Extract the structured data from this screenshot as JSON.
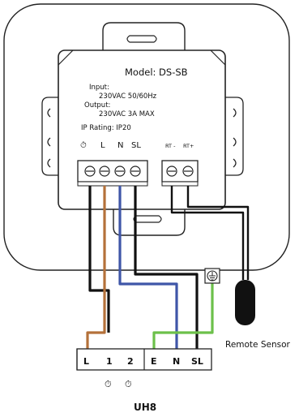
{
  "device": {
    "model": "Model: DS-SB",
    "input_label": "Input:",
    "input_value": "230VAC 50/60Hz",
    "output_label": "Output:",
    "output_value": "230VAC 3A MAX",
    "ip_rating": "IP Rating: IP20",
    "terminals": {
      "clock": "⏱",
      "l": "L",
      "n": "N",
      "sl": "SL",
      "rt_minus": "RT -",
      "rt_plus": "RT+"
    }
  },
  "sensor": {
    "label": "Remote Sensor"
  },
  "uh8": {
    "title": "UH8",
    "terminals": {
      "l": "L",
      "one": "1",
      "two": "2",
      "e": "E",
      "n": "N",
      "sl": "SL"
    },
    "clock_symbol": "⏱"
  },
  "colors": {
    "black_wire": "#111111",
    "brown_wire": "#b4713a",
    "blue_wire": "#3f56a8",
    "green_wire": "#6cc04a",
    "outline": "#222222"
  }
}
